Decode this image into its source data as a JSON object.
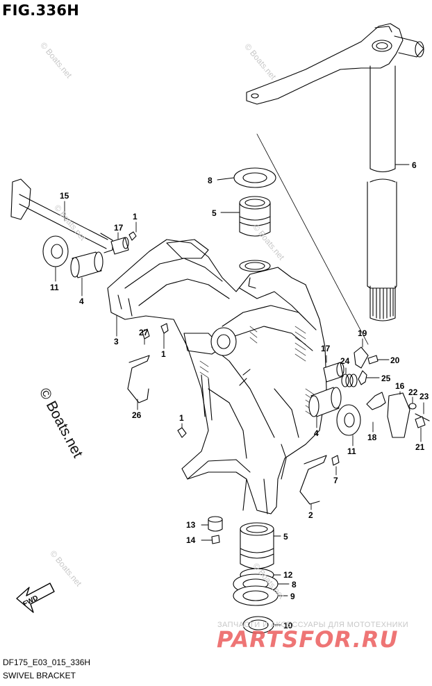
{
  "figure": {
    "title": "FIG.336H",
    "code": "DF175_E03_015_336H",
    "caption": "SWIVEL BRACKET",
    "direction_marker": "FWD"
  },
  "watermarks": {
    "boats_big": "© Boats.net",
    "boats_small": "© Boats.net",
    "parts_line": "ЗАПЧАСТИ И АКСЕССУАРЫ ДЛЯ МОТОТЕХНИКИ",
    "parts_logo": "PARTSFOR.RU"
  },
  "callouts": [
    {
      "label": "1"
    },
    {
      "label": "17"
    },
    {
      "label": "15"
    },
    {
      "label": "11"
    },
    {
      "label": "4"
    },
    {
      "label": "3"
    },
    {
      "label": "27"
    },
    {
      "label": "1"
    },
    {
      "label": "26"
    },
    {
      "label": "1"
    },
    {
      "label": "8"
    },
    {
      "label": "5"
    },
    {
      "label": "6"
    },
    {
      "label": "19"
    },
    {
      "label": "20"
    },
    {
      "label": "17"
    },
    {
      "label": "24"
    },
    {
      "label": "25"
    },
    {
      "label": "16"
    },
    {
      "label": "22"
    },
    {
      "label": "23"
    },
    {
      "label": "18"
    },
    {
      "label": "21"
    },
    {
      "label": "4"
    },
    {
      "label": "11"
    },
    {
      "label": "7"
    },
    {
      "label": "2"
    },
    {
      "label": "13"
    },
    {
      "label": "14"
    },
    {
      "label": "5"
    },
    {
      "label": "12"
    },
    {
      "label": "8"
    },
    {
      "label": "9"
    },
    {
      "label": "10"
    }
  ],
  "colors": {
    "line": "#000000",
    "watermark": "#c8c8c8",
    "logo": "#ec5d5d"
  }
}
